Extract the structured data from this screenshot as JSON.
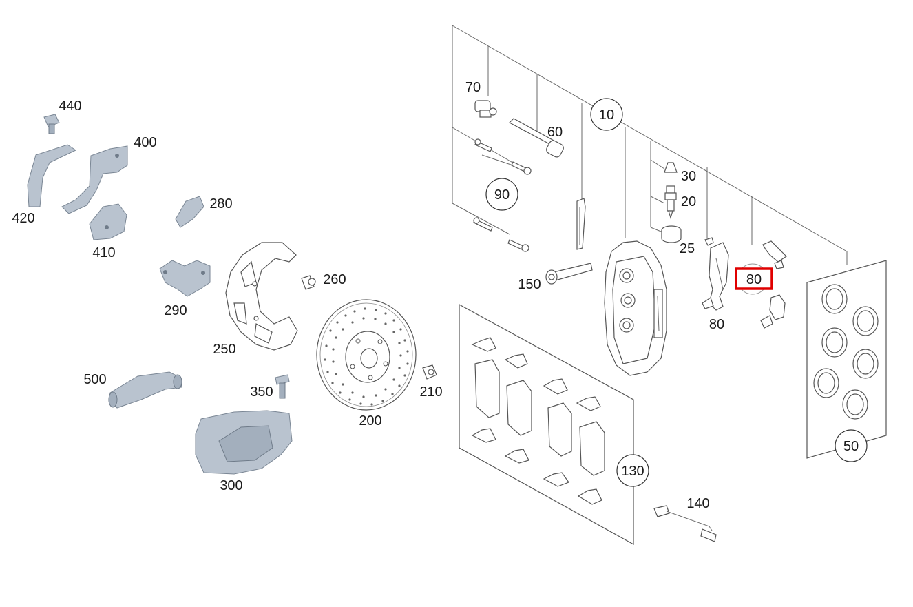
{
  "labels": {
    "p10": "10",
    "p20": "20",
    "p25": "25",
    "p30": "30",
    "p50": "50",
    "p60": "60",
    "p70": "70",
    "p80": "80",
    "p80b": "80",
    "p90": "90",
    "p130": "130",
    "p140": "140",
    "p150": "150",
    "p200": "200",
    "p210": "210",
    "p250": "250",
    "p260": "260",
    "p280": "280",
    "p290": "290",
    "p300": "300",
    "p350": "350",
    "p400": "400",
    "p410": "410",
    "p420": "420",
    "p440": "440",
    "p500": "500"
  },
  "colors": {
    "highlight": "#e00000",
    "metal": "#b9c3cf",
    "line": "#6a6a6a"
  },
  "highlighted_part": "80"
}
